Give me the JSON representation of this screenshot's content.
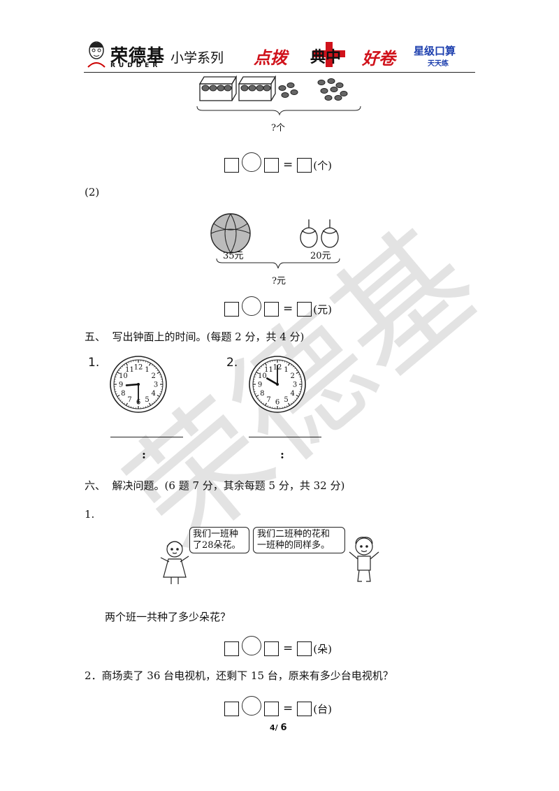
{
  "header": {
    "brand_name": "荣德基",
    "brand_sub": "RUDDER",
    "series": "小学系列",
    "logo1": "点拨",
    "logo2": "典中",
    "logo3": "好卷",
    "logo4_top": "星级口算",
    "logo4_bottom": "天天练"
  },
  "watermark": "荣德基",
  "q1": {
    "brace_label": "?个",
    "unit": "(个)"
  },
  "q2": {
    "number": "(2)",
    "price1": "35元",
    "price2": "20元",
    "brace_label": "?元",
    "unit": "(元)"
  },
  "section5": {
    "title": "五、  写出钟面上的时间。(每题 2 分，共 4 分)",
    "clock1_label": "1.",
    "clock2_label": "2.",
    "colon": ":",
    "clock_numbers": [
      "12",
      "1",
      "2",
      "3",
      "4",
      "5",
      "6",
      "7",
      "8",
      "9",
      "10",
      "11"
    ]
  },
  "section6": {
    "title": "六、  解决问题。(6 题 7 分，其余每题 5 分，共 32 分)",
    "p1_number": "1.",
    "bubble1_line1": "我们一班种",
    "bubble1_line2": "了28朵花。",
    "bubble2_line1": "我们二班种的花和",
    "bubble2_line2": "一班种的同样多。",
    "p1_question": "两个班一共种了多少朵花？",
    "p1_unit": "(朵)",
    "p2_text": "2．商场卖了 36 台电视机，还剩下 15 台，原来有多少台电视机？",
    "p2_unit": "(台)"
  },
  "footer": {
    "page_current": "4",
    "page_sep": "/",
    "page_total": "6"
  }
}
